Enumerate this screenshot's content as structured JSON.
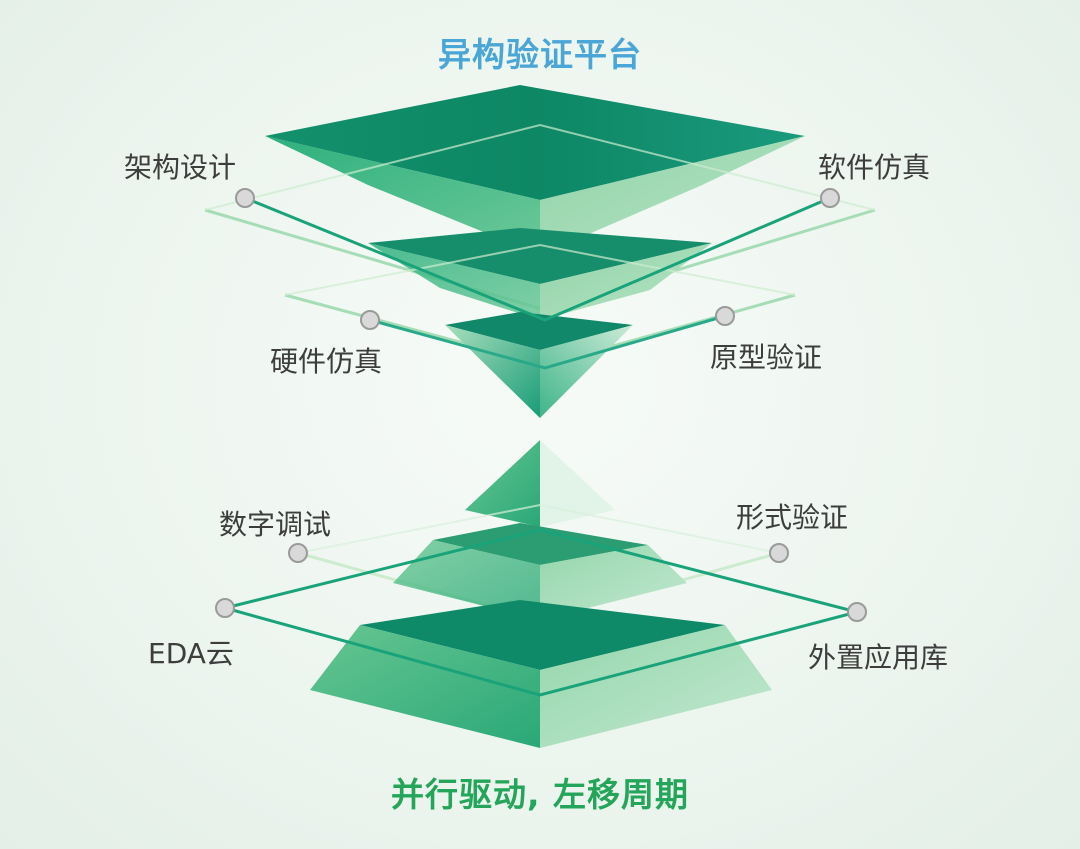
{
  "top_title": "异构验证平台",
  "bottom_title": "并行驱动, 左移周期",
  "labels": {
    "arch_design": "架构设计",
    "software_sim": "软件仿真",
    "hardware_sim": "硬件仿真",
    "prototype_verif": "原型验证",
    "digital_debug": "数字调试",
    "formal_verif": "形式验证",
    "eda_cloud": "EDA云",
    "external_lib": "外置应用库"
  },
  "colors": {
    "top_title": "#4aa6d6",
    "bottom_title": "#24a65a",
    "dark_green": "#0f8a68",
    "light_green": "#8fd3a8",
    "line_green": "#1aa37a"
  }
}
